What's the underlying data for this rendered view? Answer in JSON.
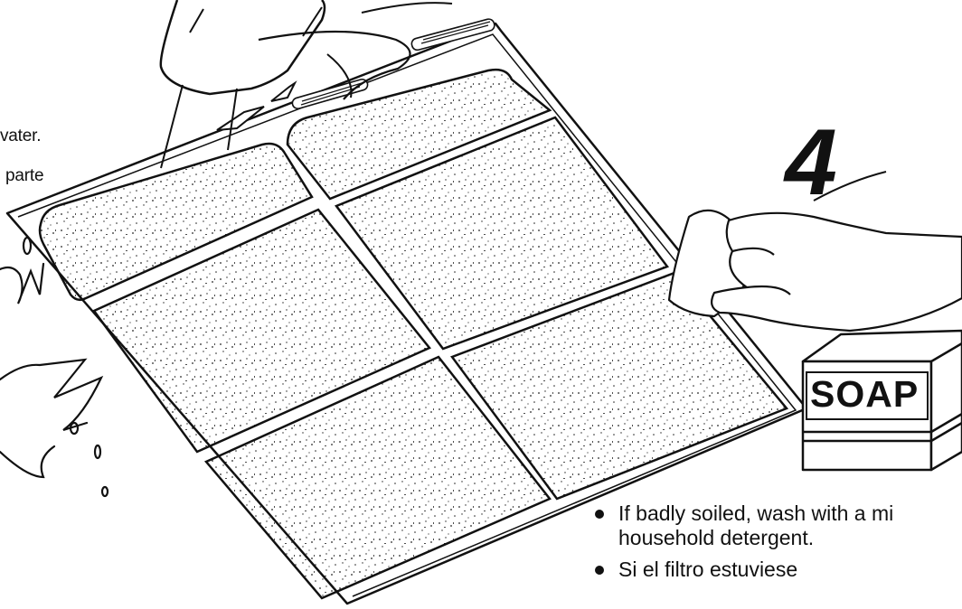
{
  "illustration": {
    "step_number": "4",
    "soap_label": "SOAP"
  },
  "left_text": {
    "line1": "vater.",
    "line2": "parte"
  },
  "instructions": [
    {
      "text": "If badly soiled, wash with a mi"
    },
    {
      "text": "household detergent."
    },
    {
      "text": "Si el filtro estuviese"
    }
  ]
}
